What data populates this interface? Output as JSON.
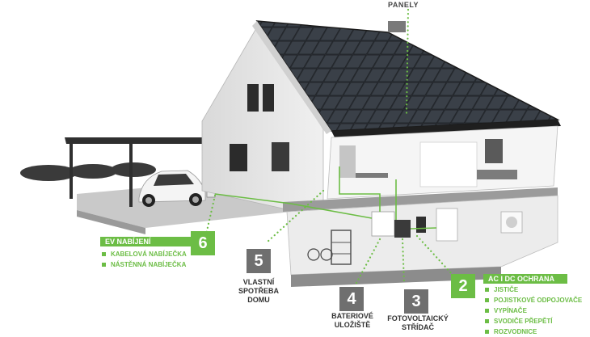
{
  "labels": {
    "panels": "PANELY",
    "ev": {
      "number": "6",
      "title": "EV NABÍJENÍ",
      "items": [
        "KABELOVÁ NABÍJEČKA",
        "NÁSTĚNNÁ NABÍJEČKA"
      ]
    },
    "self_consumption": {
      "number": "5",
      "lines": [
        "VLASTNÍ",
        "SPOTŘEBA",
        "DOMU"
      ]
    },
    "battery": {
      "number": "4",
      "lines": [
        "BATERIOVÉ",
        "ULOŽIŠTĚ"
      ]
    },
    "inverter": {
      "number": "3",
      "lines": [
        "FOTOVOLTAICKÝ",
        "STŘÍDAČ"
      ]
    },
    "protection": {
      "number": "2",
      "title": "AC I DC OCHRANA",
      "items": [
        "JISTIČE",
        "POJISTKOVÉ ODPOJOVAČE",
        "VYPÍNAČE",
        "SVODIČE PŘEPĚTÍ",
        "ROZVODNICE"
      ]
    }
  },
  "colors": {
    "accent": "#6cbd45",
    "number_grey": "#6f6f6f"
  }
}
